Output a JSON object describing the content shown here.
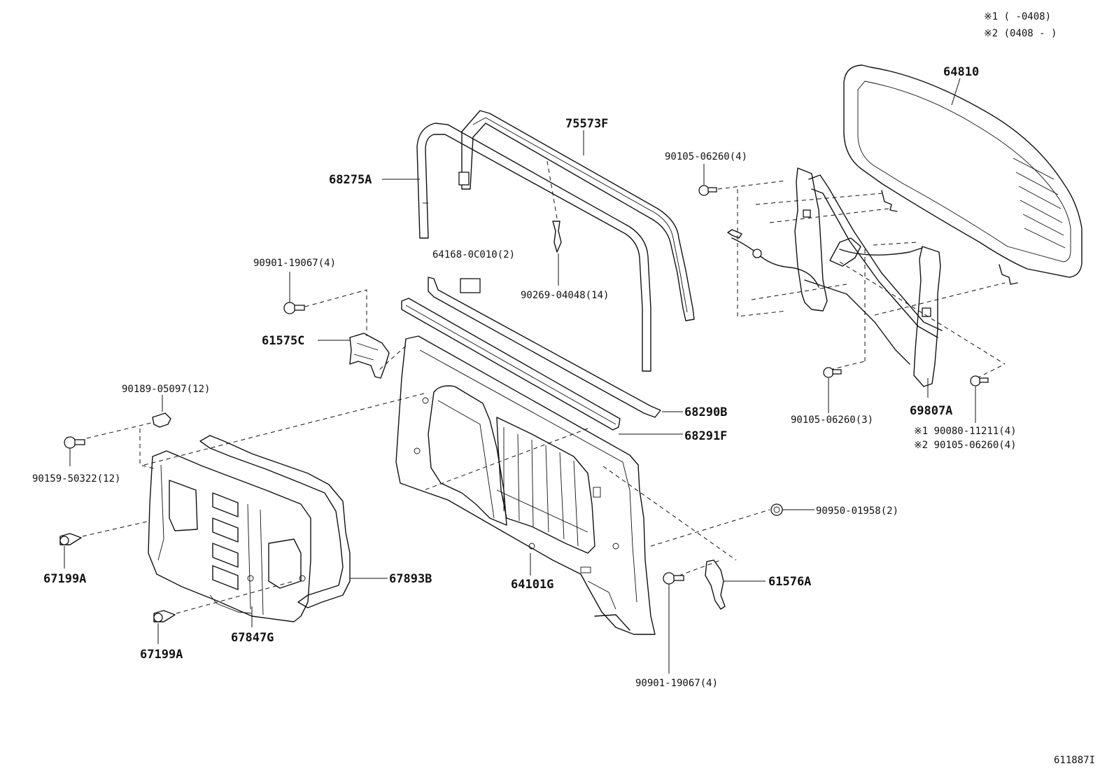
{
  "notes": {
    "note1": "※1 (      -0408)",
    "note2": "※2 (0408 -      )"
  },
  "diagram_id": "611887I",
  "labels": {
    "p64810": "64810",
    "p75573F": "75573F",
    "p68275A": "68275A",
    "p90105_06260_4": "90105-06260(4)",
    "p64168": "64168-0C010(2)",
    "p90269": "90269-04048(14)",
    "p90901_top": "90901-19067(4)",
    "p61575C": "61575C",
    "p90189": "90189-05097(12)",
    "p90159": "90159-50322(12)",
    "p68290B": "68290B",
    "p68291F": "68291F",
    "p69807A": "69807A",
    "p90105_06260_3": "90105-06260(3)",
    "p90080": "※1 90080-11211(4)",
    "p90105_06260_4b": "※2 90105-06260(4)",
    "p90950": "90950-01958(2)",
    "p67199A_top": "67199A",
    "p67893B": "67893B",
    "p64101G": "64101G",
    "p61576A": "61576A",
    "p67847G": "67847G",
    "p67199A_bot": "67199A",
    "p90901_bot": "90901-19067(4)"
  }
}
